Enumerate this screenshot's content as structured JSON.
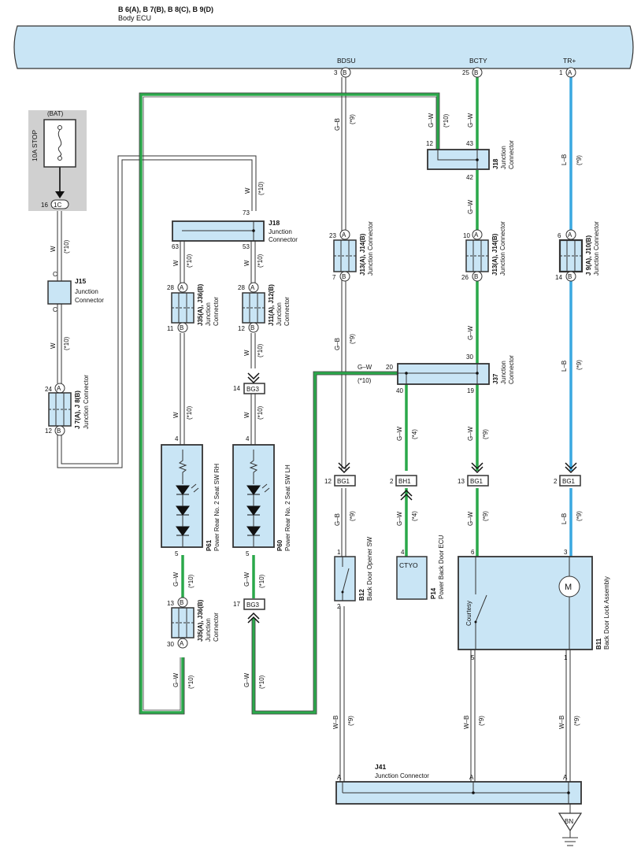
{
  "ecu": {
    "title_line1": "B 6(A), B 7(B), B 8(C), B 9(D)",
    "title_line2": "Body ECU",
    "terminals": [
      {
        "num": "3",
        "letter": "B",
        "name": "BDSU"
      },
      {
        "num": "25",
        "letter": "B",
        "name": "BCTY"
      },
      {
        "num": "1",
        "letter": "A",
        "name": "TR+"
      }
    ]
  },
  "fuse": {
    "supply": "(BAT)",
    "name": "10A STOP",
    "pin": "16",
    "pin_letter": "1C"
  },
  "connectors": {
    "j15": {
      "id": "J15",
      "name_line1": "Junction",
      "name_line2": "Connector",
      "top": "C",
      "bottom": "C"
    },
    "j7": {
      "id": "J 7(A), J 8(B)",
      "name": "Junction Connector",
      "top_num": "24",
      "top_letter": "A",
      "bot_num": "12",
      "bot_letter": "B"
    },
    "j18a": {
      "id": "J18",
      "name_line1": "Junction",
      "name_line2": "Connector",
      "pin_top": "73",
      "pin_left": "63",
      "pin_right": "53"
    },
    "j35": {
      "id": "J35(A), J36(B)",
      "name_line1": "Junction",
      "name_line2": "Connector",
      "top_num": "28",
      "top_letter": "A",
      "bot_num": "11",
      "bot_letter": "B"
    },
    "j11": {
      "id": "J11(A), J12(B)",
      "name_line1": "Junction",
      "name_line2": "Connector",
      "top_num": "28",
      "top_letter": "A",
      "bot_num": "12",
      "bot_letter": "B"
    },
    "j13a": {
      "id": "J13(A), J14(B)",
      "name": "Junction Connector",
      "top_num": "23",
      "top_letter": "A",
      "bot_num": "7",
      "bot_letter": "B"
    },
    "j13b": {
      "id": "J13(A), J14(B)",
      "name": "Junction Connector",
      "top_num": "10",
      "top_letter": "A",
      "bot_num": "26",
      "bot_letter": "B"
    },
    "j9": {
      "id": "J 9(A), J10(B)",
      "name": "Junction Connector",
      "top_num": "6",
      "top_letter": "A",
      "bot_num": "14",
      "bot_letter": "B"
    },
    "j18b": {
      "id": "J18",
      "name_line1": "Junction",
      "name_line2": "Connector",
      "pin_left": "12",
      "pin_top": "43",
      "pin_bottom": "42"
    },
    "j37": {
      "id": "J37",
      "name_line1": "Junction",
      "name_line2": "Connector",
      "pin_left": "20",
      "pin_tr": "30",
      "pin_bl": "40",
      "pin_br": "19"
    },
    "j35b": {
      "id": "J35(A), J36(B)",
      "name_line1": "Junction",
      "name_line2": "Connector",
      "top_num": "13",
      "top_letter": "B",
      "bot_num": "30",
      "bot_letter": "A"
    },
    "j41": {
      "id": "J41",
      "name": "Junction Connector",
      "pin": "A"
    }
  },
  "plugs": {
    "bg3_top": {
      "pin": "14",
      "name": "BG3"
    },
    "bg3_bot": {
      "pin": "17",
      "name": "BG3"
    },
    "bg1_a": {
      "pin": "12",
      "name": "BG1"
    },
    "bh1": {
      "pin": "2",
      "name": "BH1"
    },
    "bg1_b": {
      "pin": "13",
      "name": "BG1"
    },
    "bg1_c": {
      "pin": "2",
      "name": "BG1"
    }
  },
  "components": {
    "p61": {
      "id": "P61",
      "name": "Power Rear No. 2 Seat SW RH",
      "pin_top": "4",
      "pin_bot": "5"
    },
    "p60": {
      "id": "P60",
      "name": "Power Rear No. 2 Seat SW LH",
      "pin_top": "4",
      "pin_bot": "5"
    },
    "b12": {
      "id": "B12",
      "name": "Back Door Opener SW",
      "pin_top": "1",
      "pin_bot": "2"
    },
    "p14": {
      "id": "P14",
      "name": "Power Back Door ECU",
      "inner": "CTYO",
      "pin_top": "4"
    },
    "b11": {
      "id": "B11",
      "name": "Back Door Lock Assembly",
      "inner": "Courtesy",
      "motor": "M",
      "pin_tl": "6",
      "pin_tr": "3",
      "pin_bl": "5",
      "pin_br": "1"
    }
  },
  "ground": {
    "name": "BN"
  },
  "wire_labels": {
    "w": "W",
    "g_b": "G–B",
    "g_w": "G–W",
    "l_b": "L–B",
    "w_b": "W–B",
    "n9": "(*9)",
    "n10": "(*10)",
    "n4": "(*4)"
  },
  "colors": {
    "frame": "#c9e5f5",
    "green": "#2aa84a",
    "blue": "#3aa8e0",
    "fuse_bg": "#d0d0d0"
  }
}
